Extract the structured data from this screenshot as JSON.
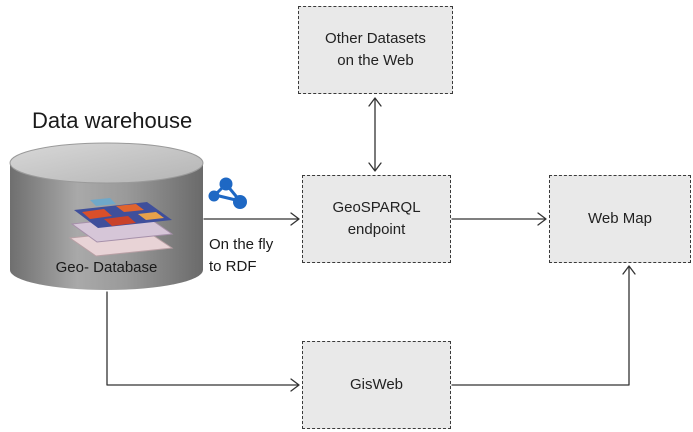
{
  "title": "Data warehouse",
  "database": {
    "label": "Geo- Database",
    "map_icon": "layered-map-icon"
  },
  "conversion": {
    "label": "On the fly\nto RDF",
    "icon": "rdf-graph-icon",
    "icon_color": "#1e68c4"
  },
  "nodes": {
    "other_datasets": "Other Datasets\non the Web",
    "geosparql": "GeoSPARQL\nendpoint",
    "web_map": "Web Map",
    "gisweb": "GisWeb"
  },
  "colors": {
    "box_fill": "#e9e9e9",
    "box_border": "#3a3a3a",
    "cylinder_top": "#c9c9c9",
    "cylinder_body": "#8f8f8f"
  }
}
